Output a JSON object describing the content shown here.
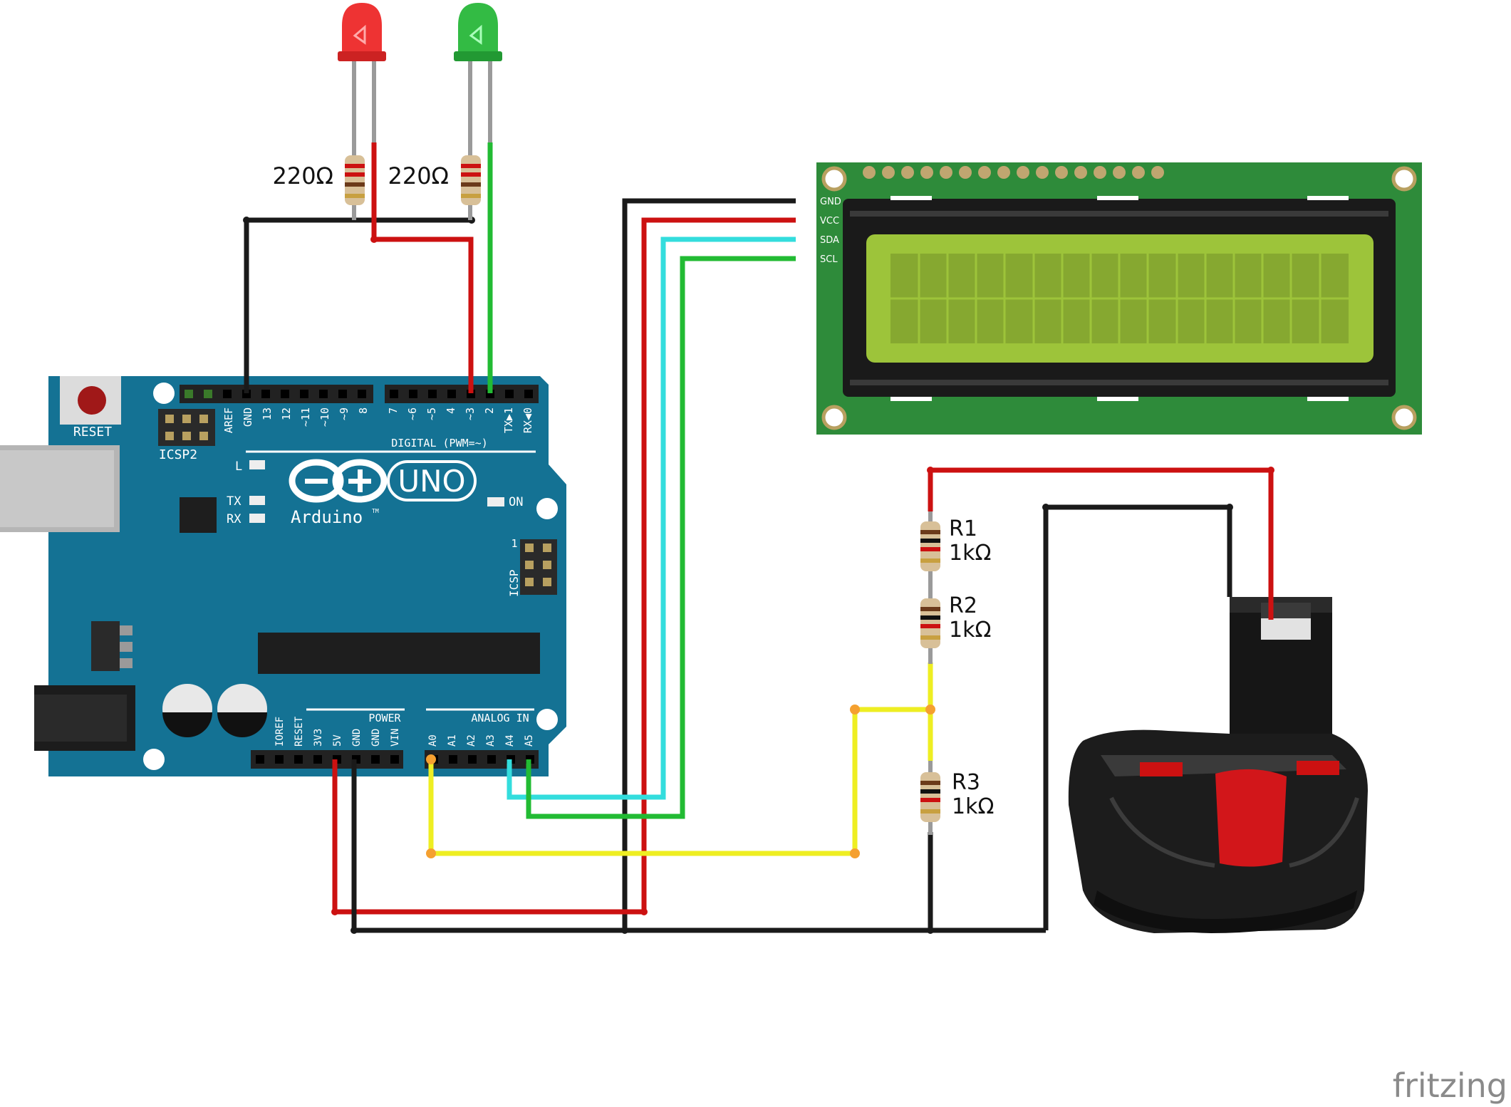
{
  "arduino": {
    "reset_label": "RESET",
    "icsp2_label": "ICSP2",
    "icsp_label": "ICSP",
    "icsp_pin1": "1",
    "digital_label": "DIGITAL (PWM=~)",
    "power_label": "POWER",
    "analog_label": "ANALOG IN",
    "uno_label": "UNO",
    "brand_label": "Arduino",
    "tm": "TM",
    "l_label": "L",
    "tx_label": "TX",
    "rx_label": "RX",
    "on_label": "ON",
    "digital_pins_left": [
      "AREF",
      "GND",
      "13",
      "12",
      "~11",
      "~10",
      "~9",
      "8"
    ],
    "digital_pins_right": [
      "7",
      "~6",
      "~5",
      "4",
      "~3",
      "2",
      "TX▶1",
      "RX◀0"
    ],
    "power_pins": [
      "IOREF",
      "RESET",
      "3V3",
      "5V",
      "GND",
      "GND",
      "VIN"
    ],
    "analog_pins": [
      "A0",
      "A1",
      "A2",
      "A3",
      "A4",
      "A5"
    ]
  },
  "lcd": {
    "pins": [
      "GND",
      "VCC",
      "SDA",
      "SCL"
    ]
  },
  "resistors": {
    "r_led_red": "220Ω",
    "r_led_green": "220Ω",
    "r1_name": "R1",
    "r1_value": "1kΩ",
    "r2_name": "R2",
    "r2_value": "1kΩ",
    "r3_name": "R3",
    "r3_value": "1kΩ"
  },
  "watermark": "fritzing",
  "colors": {
    "board": "#147294",
    "lcd_pcb": "#2e8b3a",
    "lcd_screen": "#9dc43a",
    "wire_red": "#cc1111",
    "wire_black": "#1a1a1a",
    "wire_green": "#22bb33",
    "wire_cyan": "#33dddd",
    "wire_yellow": "#eeee22"
  }
}
